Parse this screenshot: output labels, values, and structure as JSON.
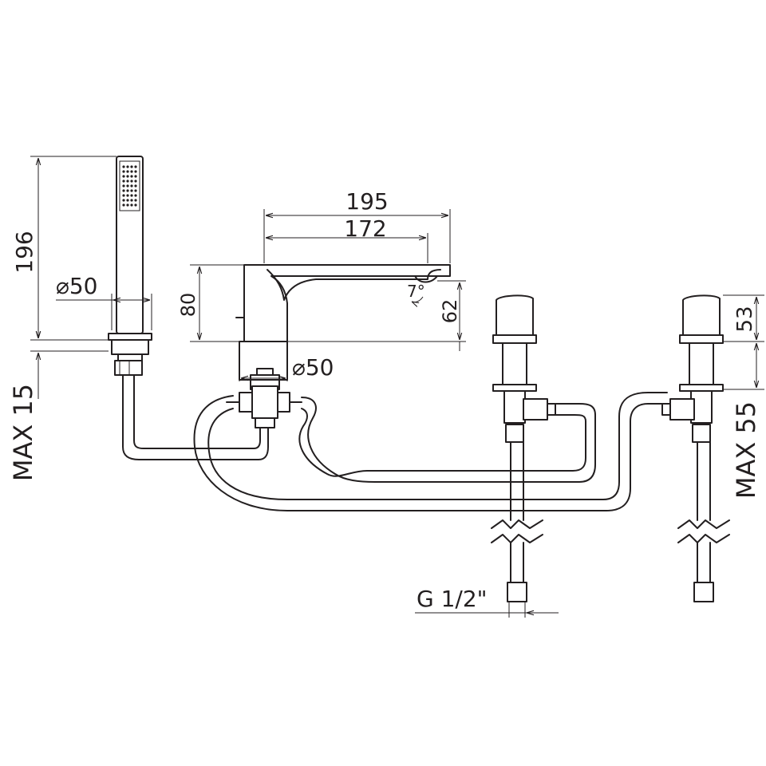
{
  "dimensions": {
    "handshower_height": "196",
    "handshower_diameter": "50",
    "max_deck_thickness": "MAX 15",
    "spout_length_total": "195",
    "spout_length_outlet": "172",
    "spout_body_height": "80",
    "spout_outlet_height": "62",
    "spout_angle": "7°",
    "base_diameter": "50",
    "handle_height": "53",
    "max_handle_deck": "MAX 55",
    "connection_thread": "G 1/2\""
  },
  "colors": {
    "line": "#231f20",
    "background": "#ffffff"
  }
}
